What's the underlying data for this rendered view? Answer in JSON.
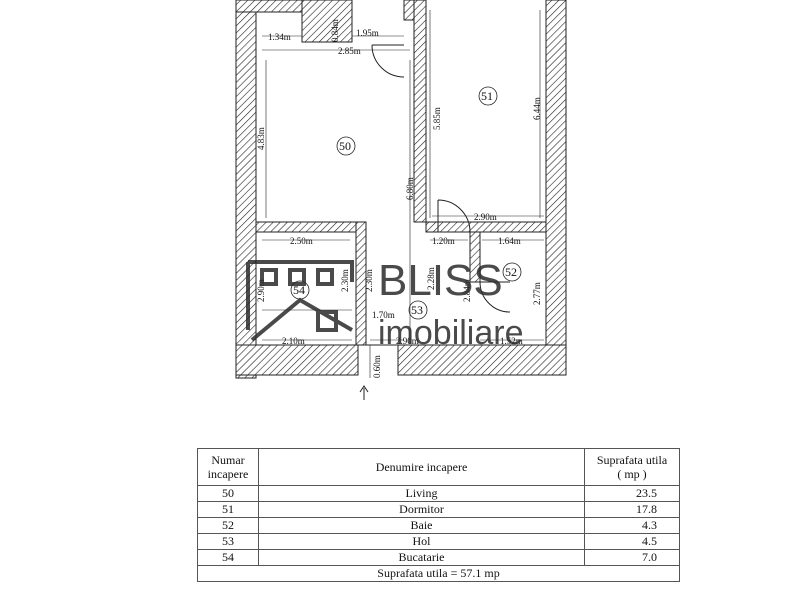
{
  "plan": {
    "rooms": [
      {
        "id": "50"
      },
      {
        "id": "51"
      },
      {
        "id": "52"
      },
      {
        "id": "53"
      },
      {
        "id": "54"
      }
    ],
    "dimensions": [
      "1.34m",
      "0.84m",
      "1.95m",
      "2.85m",
      "4.83m",
      "6.80m",
      "5.85m",
      "6.44m",
      "2.90m",
      "2.50m",
      "1.20m",
      "1.64m",
      "2.90m",
      "2.30m",
      "2.28m",
      "2.30m",
      "2.84m",
      "2.77m",
      "1.70m",
      "2.10m",
      "2.90m",
      "1.52m",
      "0.60m"
    ]
  },
  "watermark": {
    "line1": "BLISS",
    "line2": "imobiliare"
  },
  "table": {
    "headers": {
      "number": "Numar\nincapere",
      "name": "Denumire incapere",
      "area": "Suprafata utila\n( mp )"
    },
    "rows": [
      {
        "number": "50",
        "name": "Living",
        "area": "23.5"
      },
      {
        "number": "51",
        "name": "Dormitor",
        "area": "17.8"
      },
      {
        "number": "52",
        "name": "Baie",
        "area": "4.3"
      },
      {
        "number": "53",
        "name": "Hol",
        "area": "4.5"
      },
      {
        "number": "54",
        "name": "Bucatarie",
        "area": "7.0"
      }
    ],
    "total": "Suprafata utila = 57.1 mp"
  },
  "colors": {
    "wall_hatch": "#222222",
    "watermark": "#2b2b2b",
    "table_border": "#555555"
  }
}
